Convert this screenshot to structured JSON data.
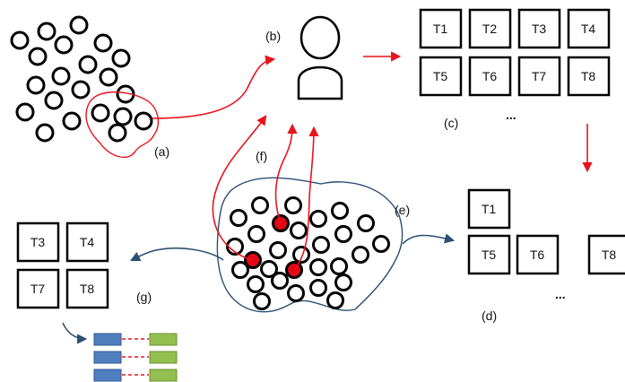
{
  "colors": {
    "red": "#e8141b",
    "blue": "#2c4f72",
    "highlight": "#e30613",
    "match_left": "#4f7fbf",
    "match_right": "#92bf4e"
  },
  "labels": {
    "a": "(a)",
    "b": "(b)",
    "c": "(c)",
    "d": "(d)",
    "e": "(e)",
    "f": "(f)",
    "g": "(g)"
  },
  "task_grid_c": {
    "row1": [
      "T1",
      "T2",
      "T3",
      "T4"
    ],
    "row2": [
      "T5",
      "T6",
      "T7",
      "T8"
    ],
    "ellipsis": "..."
  },
  "task_set_d": {
    "row1": [
      "T1"
    ],
    "row2": [
      "T5",
      "T6",
      "T8"
    ],
    "ellipsis": "..."
  },
  "task_set_g": {
    "row1": [
      "T3",
      "T4"
    ],
    "row2": [
      "T7",
      "T8"
    ]
  },
  "icons": [
    "person-icon"
  ]
}
